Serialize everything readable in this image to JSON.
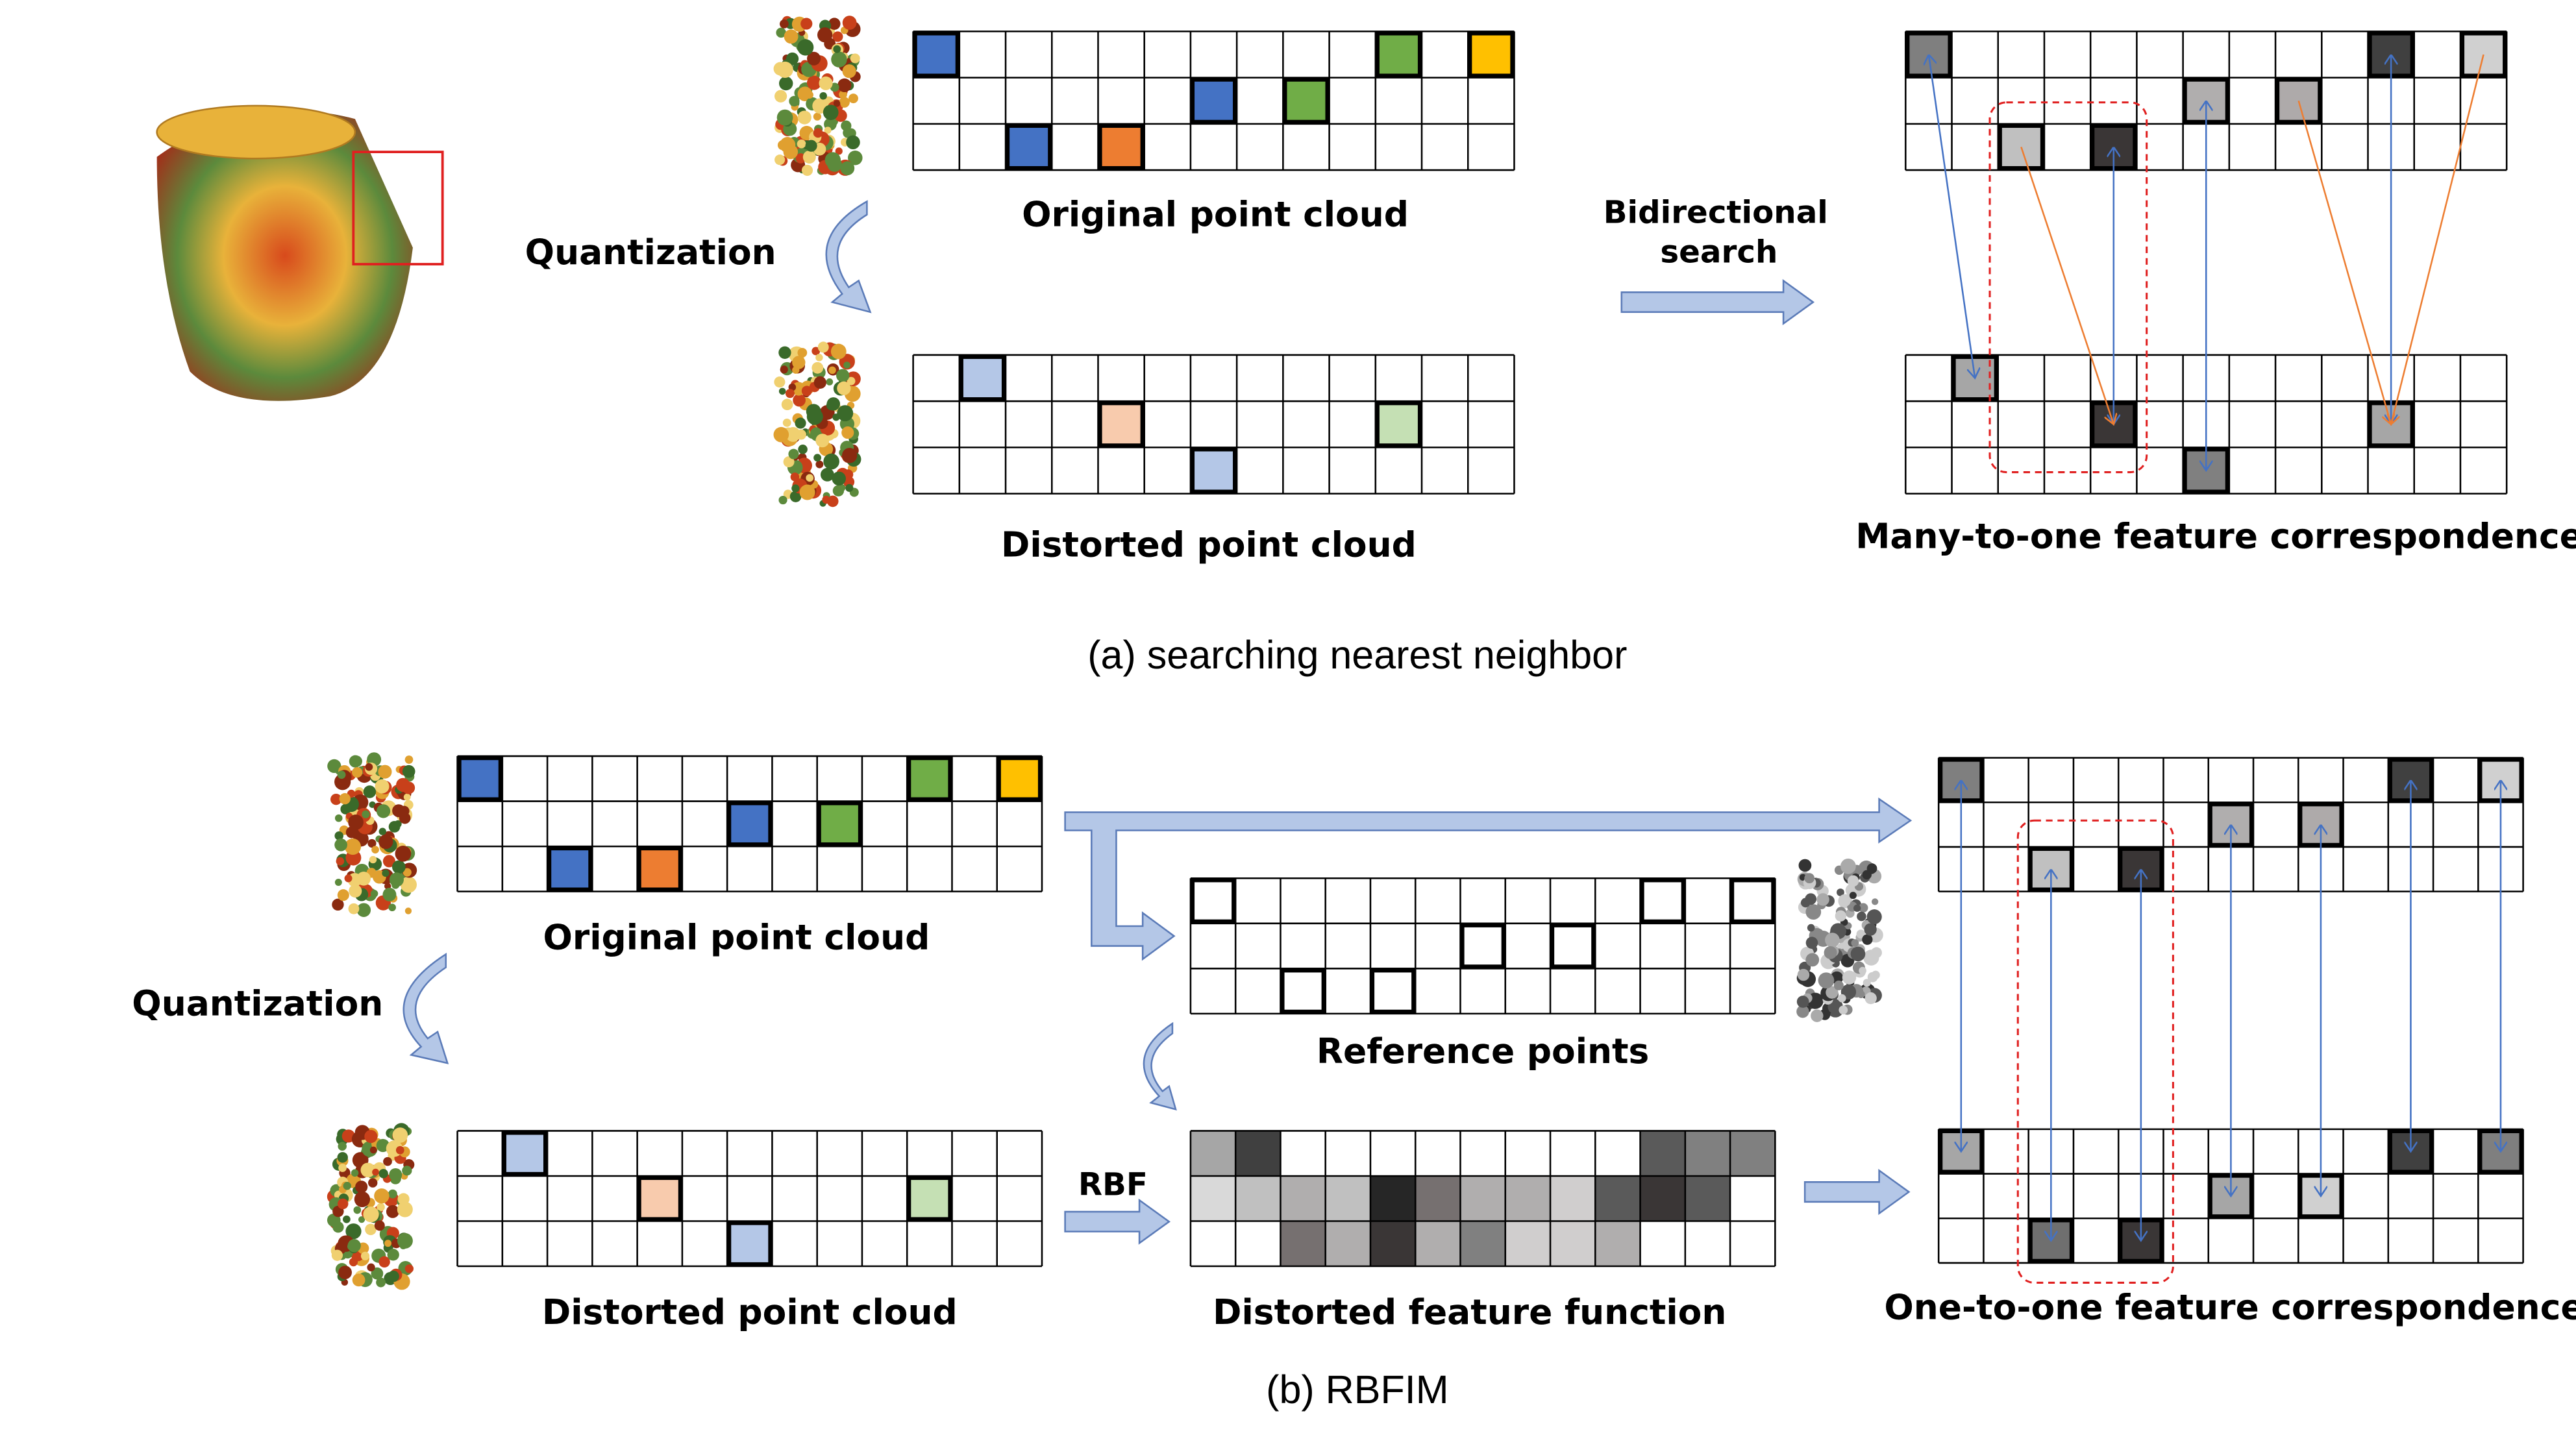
{
  "panel_a": {
    "caption": "(a) searching nearest neighbor",
    "quantization": "Quantization",
    "original_label": "Original point cloud",
    "distorted_label": "Distorted point cloud",
    "search_label_1": "Bidirectional",
    "search_label_2": "search",
    "result_label": "Many-to-one feature  correspondence"
  },
  "panel_b": {
    "caption": "(b) RBFIM",
    "quantization": "Quantization",
    "original_label": "Original point cloud",
    "distorted_label": "Distorted point cloud",
    "reference_label": "Reference points",
    "rbf_label": "RBF",
    "feature_label": "Distorted feature function",
    "result_label": "One-to-one feature correspondence"
  },
  "grid": {
    "rows": 3,
    "cols": 13
  },
  "colors": {
    "arrow_fill": "#b4c7e7",
    "arrow_stroke": "#5b7bb8",
    "blue_line": "#4472c4",
    "orange_line": "#ed7d31",
    "dashed_box": "#e02020"
  },
  "original_cells": [
    {
      "r": 0,
      "c": 0,
      "color": "#4472c4"
    },
    {
      "r": 0,
      "c": 10,
      "color": "#70ad47"
    },
    {
      "r": 0,
      "c": 12,
      "color": "#ffc000"
    },
    {
      "r": 1,
      "c": 6,
      "color": "#4472c4"
    },
    {
      "r": 1,
      "c": 8,
      "color": "#70ad47"
    },
    {
      "r": 2,
      "c": 2,
      "color": "#4472c4"
    },
    {
      "r": 2,
      "c": 4,
      "color": "#ed7d31"
    }
  ],
  "distorted_cells": [
    {
      "r": 0,
      "c": 1,
      "color": "#b4c7e7"
    },
    {
      "r": 1,
      "c": 4,
      "color": "#f8cbad"
    },
    {
      "r": 1,
      "c": 10,
      "color": "#c5e0b4"
    },
    {
      "r": 2,
      "c": 6,
      "color": "#b4c7e7"
    }
  ],
  "a_top_features": [
    {
      "r": 0,
      "c": 0,
      "color": "#7f7f7f"
    },
    {
      "r": 0,
      "c": 10,
      "color": "#404040"
    },
    {
      "r": 0,
      "c": 12,
      "color": "#d0d0d0"
    },
    {
      "r": 1,
      "c": 6,
      "color": "#b0aeae"
    },
    {
      "r": 1,
      "c": 8,
      "color": "#aeaaaa"
    },
    {
      "r": 2,
      "c": 2,
      "color": "#c0c0c0"
    },
    {
      "r": 2,
      "c": 4,
      "color": "#3a3636"
    }
  ],
  "a_bottom_features": [
    {
      "r": 0,
      "c": 1,
      "color": "#a6a6a6"
    },
    {
      "r": 1,
      "c": 4,
      "color": "#3a3636"
    },
    {
      "r": 1,
      "c": 10,
      "color": "#a6a6a6"
    },
    {
      "r": 2,
      "c": 6,
      "color": "#808080"
    }
  ],
  "a_links": [
    {
      "from": [
        0,
        0
      ],
      "to": [
        0,
        1
      ],
      "type": "blue"
    },
    {
      "from": [
        2,
        4
      ],
      "to": [
        1,
        4
      ],
      "type": "blue"
    },
    {
      "from": [
        1,
        6
      ],
      "to": [
        2,
        6
      ],
      "type": "blue"
    },
    {
      "from": [
        0,
        10
      ],
      "to": [
        1,
        10
      ],
      "type": "blue"
    },
    {
      "from": [
        2,
        2
      ],
      "to": [
        1,
        4
      ],
      "type": "orange"
    },
    {
      "from": [
        1,
        8
      ],
      "to": [
        1,
        10
      ],
      "type": "orange"
    },
    {
      "from": [
        0,
        12
      ],
      "to": [
        1,
        10
      ],
      "type": "orange"
    }
  ],
  "reference_cells": [
    {
      "r": 0,
      "c": 0
    },
    {
      "r": 0,
      "c": 10
    },
    {
      "r": 0,
      "c": 12
    },
    {
      "r": 1,
      "c": 6
    },
    {
      "r": 1,
      "c": 8
    },
    {
      "r": 2,
      "c": 2
    },
    {
      "r": 2,
      "c": 4
    }
  ],
  "feature_function": [
    [
      "#a6a6a6",
      "#404040",
      "#ffffff",
      "#ffffff",
      "#ffffff",
      "#ffffff",
      "#ffffff",
      "#ffffff",
      "#ffffff",
      "#ffffff",
      "#5a5a5a",
      "#808080",
      "#808080"
    ],
    [
      "#d9d9d9",
      "#c0c0c0",
      "#b0aeae",
      "#c0c0c0",
      "#262626",
      "#767070",
      "#b0aeae",
      "#b0aeae",
      "#d0cece",
      "#5a5a5a",
      "#3a3636",
      "#5a5a5a",
      "#ffffff"
    ],
    [
      "#ffffff",
      "#ffffff",
      "#767070",
      "#b0aeae",
      "#3a3636",
      "#b0aeae",
      "#808080",
      "#d0cece",
      "#d0cece",
      "#b0aeae",
      "#ffffff",
      "#ffffff",
      "#ffffff"
    ]
  ],
  "b_top_features": [
    {
      "r": 0,
      "c": 0,
      "color": "#7f7f7f"
    },
    {
      "r": 0,
      "c": 10,
      "color": "#404040"
    },
    {
      "r": 0,
      "c": 12,
      "color": "#d0d0d0"
    },
    {
      "r": 1,
      "c": 6,
      "color": "#b0aeae"
    },
    {
      "r": 1,
      "c": 8,
      "color": "#aeaaaa"
    },
    {
      "r": 2,
      "c": 2,
      "color": "#c0c0c0"
    },
    {
      "r": 2,
      "c": 4,
      "color": "#3a3636"
    }
  ],
  "b_bottom_features": [
    {
      "r": 0,
      "c": 0,
      "color": "#a6a6a6"
    },
    {
      "r": 0,
      "c": 10,
      "color": "#404040"
    },
    {
      "r": 0,
      "c": 12,
      "color": "#7f7f7f"
    },
    {
      "r": 1,
      "c": 6,
      "color": "#a6a6a6"
    },
    {
      "r": 1,
      "c": 8,
      "color": "#d0d0d0"
    },
    {
      "r": 2,
      "c": 2,
      "color": "#6f6f6f"
    },
    {
      "r": 2,
      "c": 4,
      "color": "#3a3636"
    }
  ]
}
